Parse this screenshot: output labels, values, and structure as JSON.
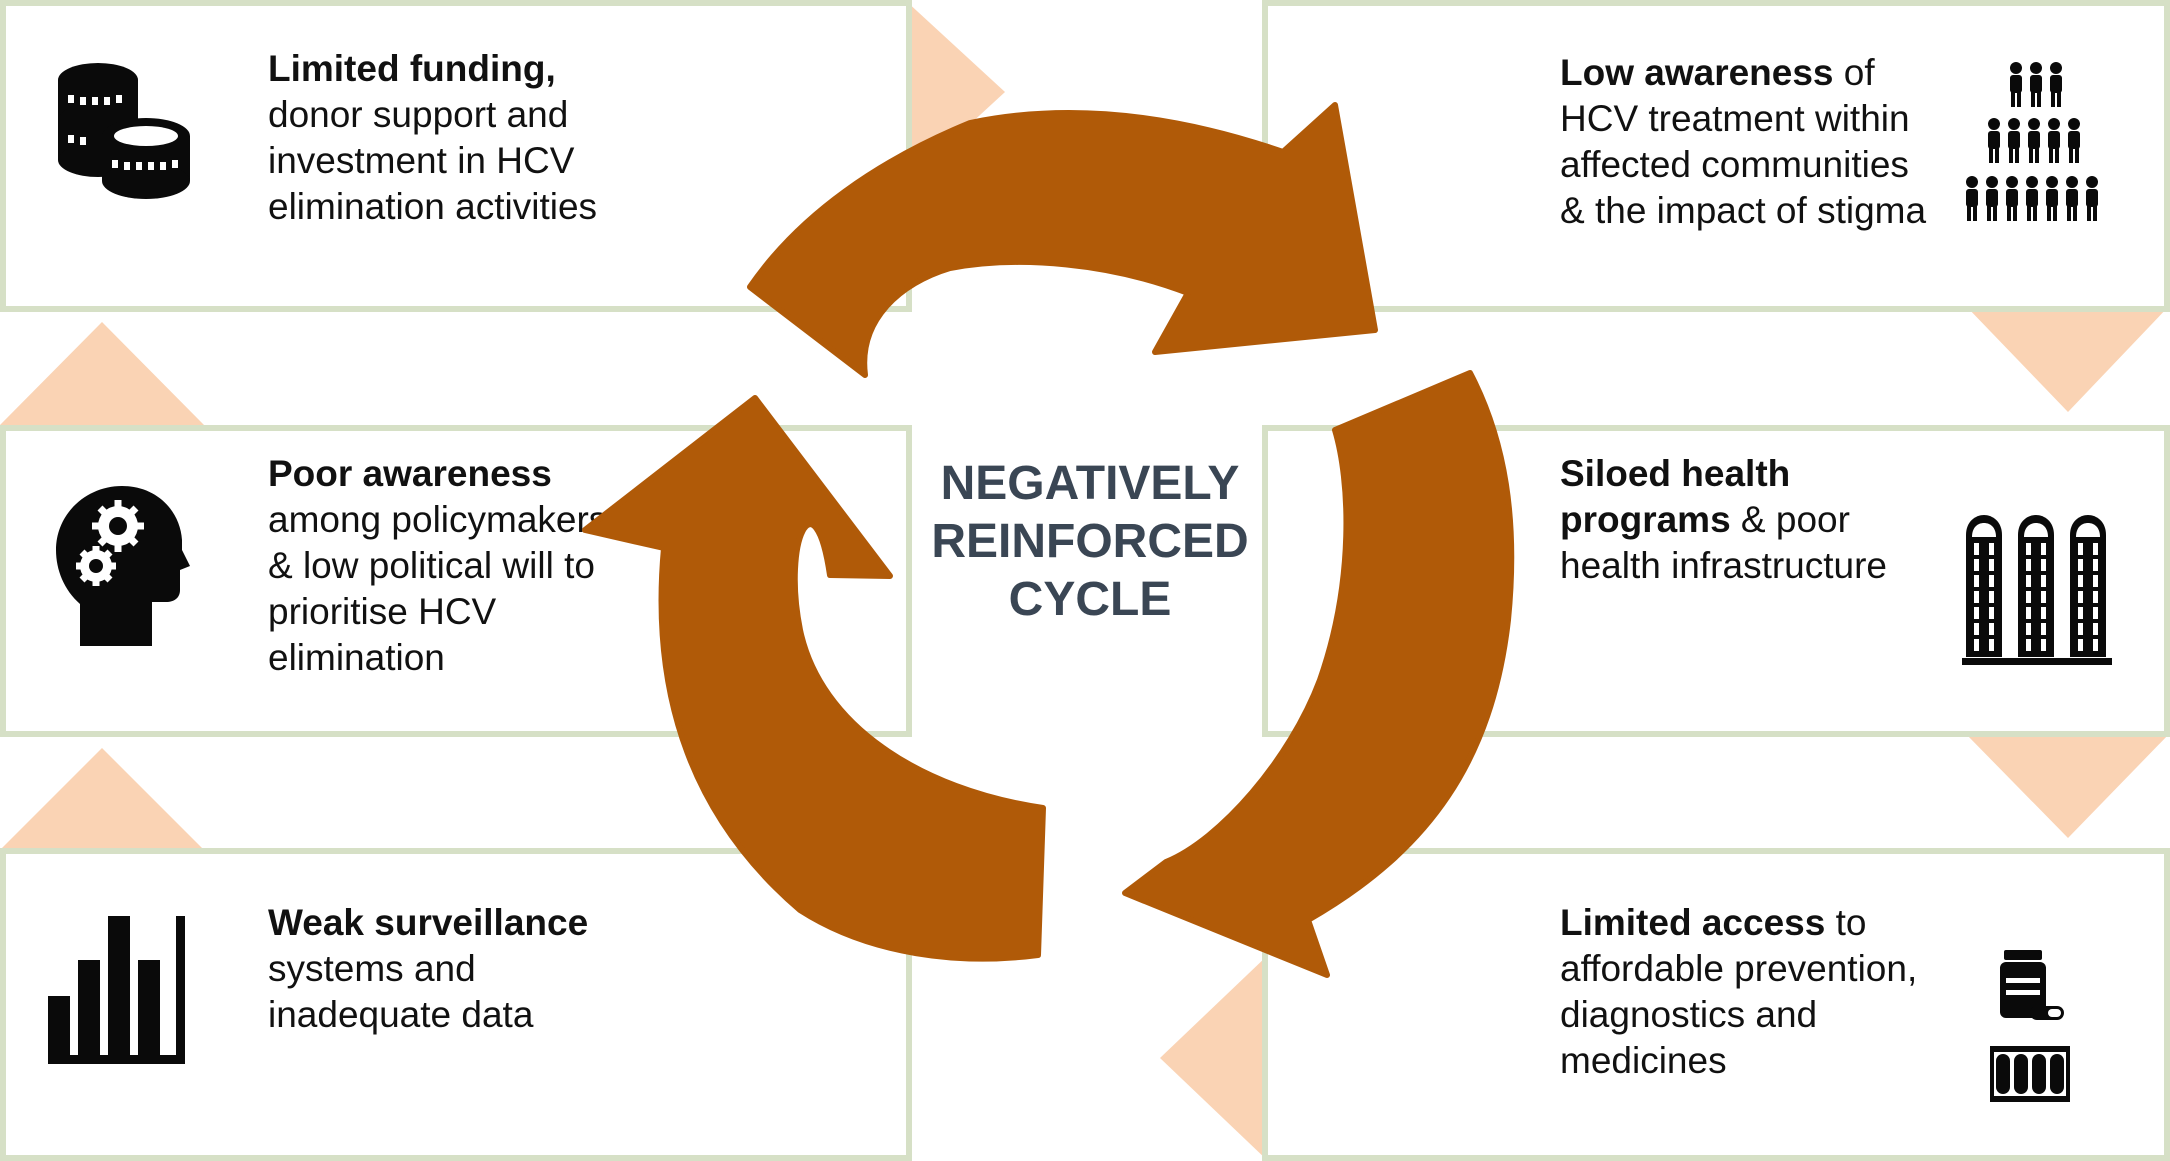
{
  "center": {
    "lines": [
      "NEGATIVELY",
      "REINFORCED",
      "CYCLE"
    ]
  },
  "boxes": {
    "funding": {
      "bold": "Limited funding,",
      "rest": " donor support and investment in HCV elimination activities",
      "icon": "coins-icon"
    },
    "policy": {
      "bold": "Poor awareness",
      "rest": " among policymakers & low political will to prioritise HCV elimination",
      "icon": "head-gears-icon"
    },
    "surveillance": {
      "bold": "Weak surveillance",
      "rest": " systems and inadequate data",
      "icon": "bar-chart-icon"
    },
    "community": {
      "bold": "Low awareness",
      "rest": " of HCV treatment within affected communities & the impact of stigma",
      "icon": "people-crowd-icon"
    },
    "siloed": {
      "bold": "Siloed health programs",
      "rest": " & poor health infrastructure",
      "icon": "silos-icon"
    },
    "access": {
      "bold": "Limited access",
      "rest": " to affordable prevention, diagnostics and medicines",
      "icon": "medicine-test-tubes-icon"
    }
  },
  "colors": {
    "arrow": "#b05a08",
    "box_border": "#d6e0c6",
    "connector_triangle": "#fad3b4",
    "title_text": "#3a4654",
    "icon": "#0a0a0a"
  }
}
